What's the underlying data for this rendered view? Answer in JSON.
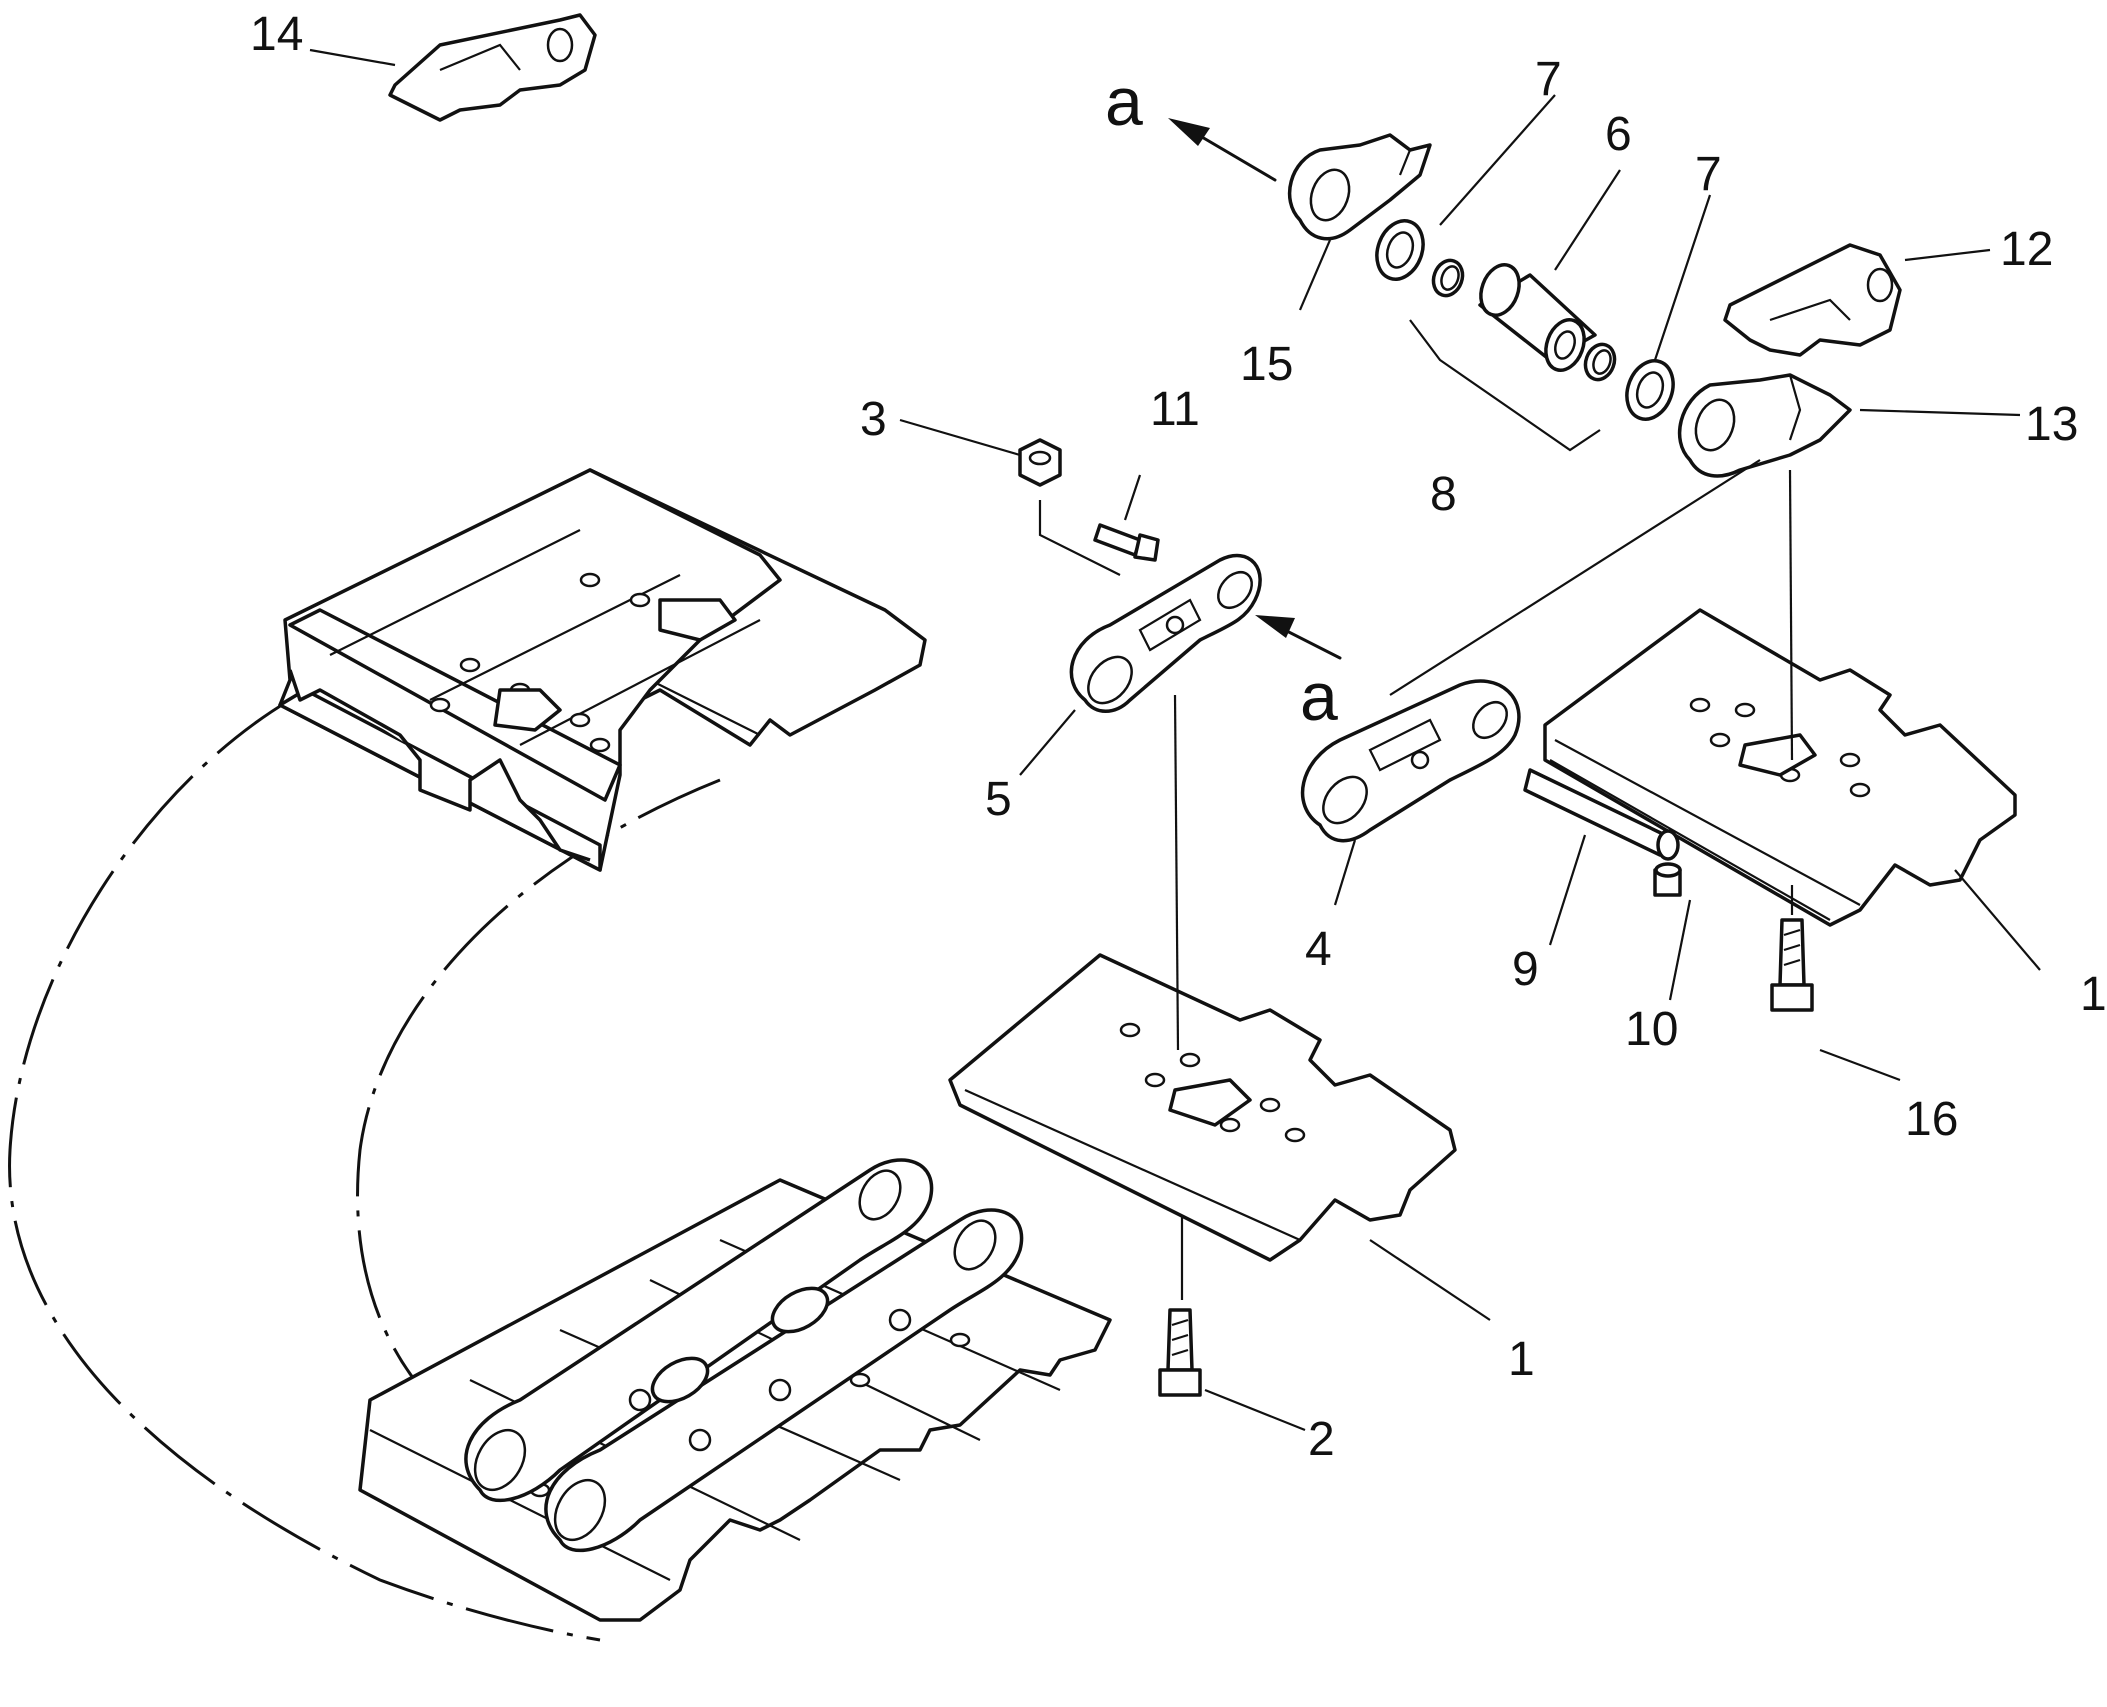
{
  "callouts": {
    "c1a": "1",
    "c1b": "1",
    "c2": "2",
    "c3": "3",
    "c4": "4",
    "c5": "5",
    "c6": "6",
    "c7a": "7",
    "c7b": "7",
    "c8": "8",
    "c9": "9",
    "c10": "10",
    "c11": "11",
    "c12": "12",
    "c13": "13",
    "c14": "14",
    "c15": "15",
    "c16": "16"
  },
  "view_marks": {
    "top": "a",
    "middle": "a"
  }
}
